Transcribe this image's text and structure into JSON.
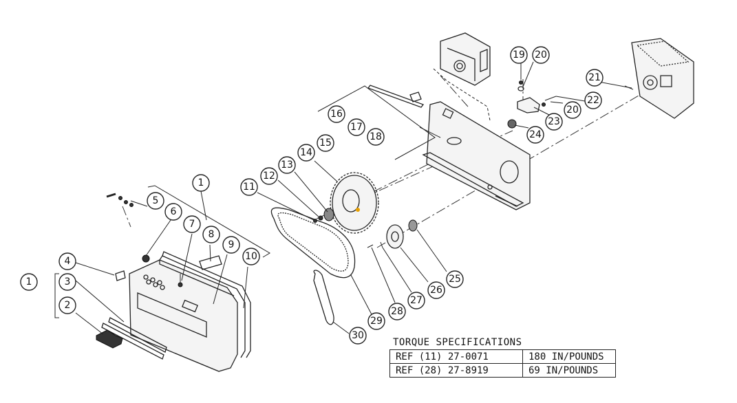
{
  "callouts": [
    {
      "label": "1"
    },
    {
      "label": "1"
    },
    {
      "label": "2"
    },
    {
      "label": "3"
    },
    {
      "label": "4"
    },
    {
      "label": "5"
    },
    {
      "label": "6"
    },
    {
      "label": "7"
    },
    {
      "label": "8"
    },
    {
      "label": "9"
    },
    {
      "label": "10"
    },
    {
      "label": "11"
    },
    {
      "label": "12"
    },
    {
      "label": "13"
    },
    {
      "label": "14"
    },
    {
      "label": "15"
    },
    {
      "label": "16"
    },
    {
      "label": "17"
    },
    {
      "label": "18"
    },
    {
      "label": "19"
    },
    {
      "label": "20"
    },
    {
      "label": "20"
    },
    {
      "label": "21"
    },
    {
      "label": "22"
    },
    {
      "label": "23"
    },
    {
      "label": "24"
    },
    {
      "label": "25"
    },
    {
      "label": "26"
    },
    {
      "label": "27"
    },
    {
      "label": "28"
    },
    {
      "label": "29"
    },
    {
      "label": "30"
    }
  ],
  "torque": {
    "title": "TORQUE SPECIFICATIONS",
    "rows": [
      {
        "ref": "REF (11) 27-0071",
        "value": "180 IN/POUNDS"
      },
      {
        "ref": "REF (28) 27-8919",
        "value": "69 IN/POUNDS"
      }
    ]
  }
}
